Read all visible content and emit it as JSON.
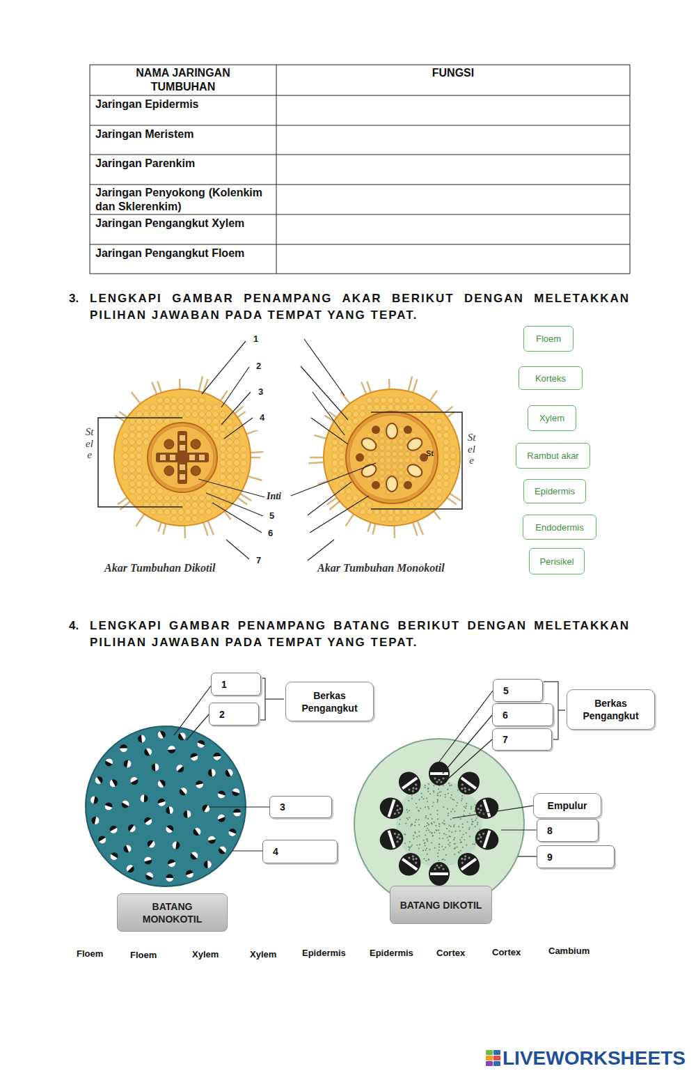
{
  "diagram": {
    "nodes": [
      {
        "text": [
          "Floem"
        ]
      },
      {
        "text": [
          "Korteks"
        ]
      },
      {
        "text": [
          "Xylem"
        ]
      },
      {
        "text": [
          "Rambut akar"
        ]
      },
      {
        "text": [
          "Epidermis"
        ]
      },
      {
        "text": [
          "Endodermis"
        ]
      },
      {
        "text": [
          "Perisikel"
        ]
      },
      {
        "text": [
          "1"
        ]
      },
      {
        "text": [
          "2"
        ]
      },
      {
        "text": [
          "Berkas Pengangkut"
        ]
      },
      {
        "text": [
          "5"
        ]
      },
      {
        "text": [
          "6"
        ]
      },
      {
        "text": [
          "7"
        ]
      },
      {
        "text": [
          "Berkas Pengangkut"
        ]
      },
      {
        "text": [
          "3"
        ]
      },
      {
        "text": [
          "Empulur"
        ]
      },
      {
        "text": [
          "8"
        ]
      },
      {
        "text": [
          "4"
        ]
      },
      {
        "text": [
          "9"
        ]
      },
      {
        "text": [
          "BATANG MONOKOTIL"
        ]
      },
      {
        "text": [
          "BATANG DIKOTIL"
        ]
      }
    ],
    "labels": [
      "NAMA JARINGAN TUMBUHAN",
      "FUNGSI",
      "Jaringan Epidermis",
      "Jaringan Meristem",
      "Jaringan Parenkim",
      "Jaringan Penyokong (Kolenkim dan Sklerenkim)",
      "Jaringan Pengangkut Xylem",
      "Jaringan Pengangkut Floem",
      "3.",
      "LENGKAPI GAMBAR PENAMPANG AKAR BERIKUT DENGAN MELETAKKAN PILIHAN JAWABAN PADA TEMPAT YANG TEPAT.",
      "1",
      "2",
      "3",
      "4",
      "Inti",
      "5",
      "6",
      "7",
      "Stele",
      "Stele",
      "St",
      "Akar Tumbuhan Dikotil",
      "Akar Tumbuhan Monokotil",
      "4.",
      "LENGKAPI GAMBAR PENAMPANG BATANG BERIKUT DENGAN MELETAKKAN PILIHAN JAWABAN PADA TEMPAT YANG TEPAT.",
      "Floem",
      "Floem",
      "Xylem",
      "Xylem",
      "Epidermis",
      "Epidermis",
      "Cortex",
      "Cortex",
      "Cambium",
      "LIVEWORKSHEETS"
    ]
  }
}
